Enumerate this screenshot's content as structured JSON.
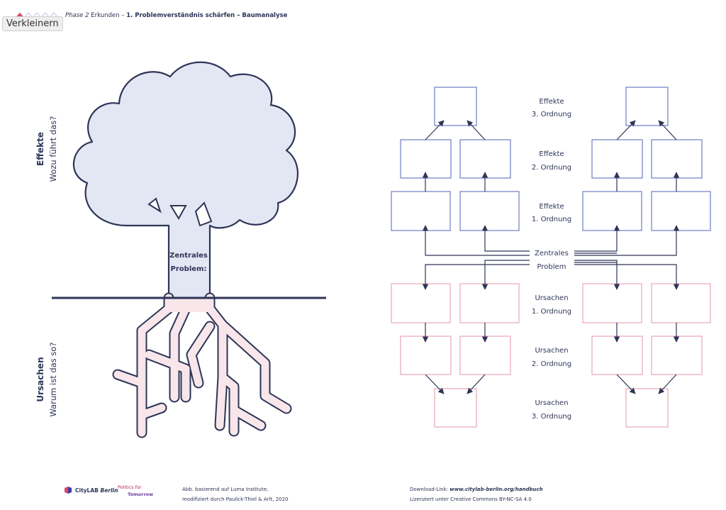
{
  "header": {
    "phase": "Phase 2",
    "stage": "Erkunden",
    "separator": "–",
    "title": "1. Problemverständnis schärfen – Baumanalyse",
    "tooltip": "Verkleinern"
  },
  "tree": {
    "effects_title": "Effekte",
    "effects_question": "Wozu führt das?",
    "causes_title": "Ursachen",
    "causes_question": "Warum ist das so?",
    "trunk_label_line1": "Zentrales",
    "trunk_label_line2": "Problem:"
  },
  "diagram": {
    "effects3_line1": "Effekte",
    "effects3_line2": "3. Ordnung",
    "effects2_line1": "Effekte",
    "effects2_line2": "2. Ordnung",
    "effects1_line1": "Effekte",
    "effects1_line2": "1. Ordnung",
    "center_line1": "Zentrales",
    "center_line2": "Problem",
    "causes1_line1": "Ursachen",
    "causes1_line2": "1. Ordnung",
    "causes2_line1": "Ursachen",
    "causes2_line2": "2. Ordnung",
    "causes3_line1": "Ursachen",
    "causes3_line2": "3. Ordnung"
  },
  "footer": {
    "citylab_name": "CityLAB",
    "citylab_city": "Berlin",
    "politics_line1": "Politics for",
    "politics_line2": "Tomorrow",
    "credit_line1": "Abb. basierend auf Luma Institute;",
    "credit_line2": "modifiziert durch Paulick-Thiel & Arlt, 2020",
    "download_label": "Download-Link:",
    "download_url": "www.citylab-berlin.org/handbuch",
    "license_line": "Lizenziert unter Creative Commons BY-NC-SA 4.0"
  },
  "colors": {
    "navy": "#2d3557",
    "effect_box": "#6f7bc4",
    "cause_box": "#e8a6b4",
    "crown_fill": "#e3e6f3",
    "root_fill": "#f8e6ea",
    "accent_pink": "#e0446b"
  }
}
